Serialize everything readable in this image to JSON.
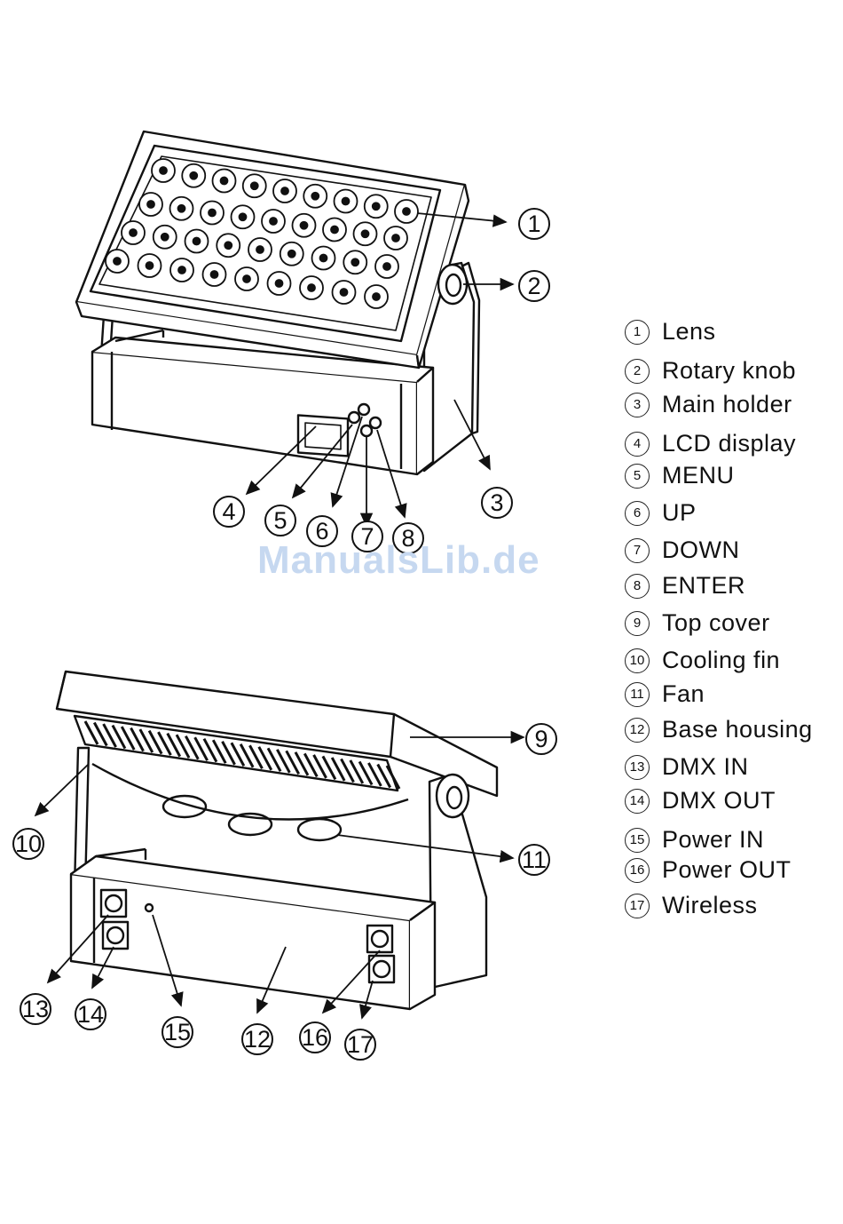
{
  "watermark": "ManualsLib.de",
  "callouts": [
    "1",
    "2",
    "3",
    "4",
    "5",
    "6",
    "7",
    "8",
    "9",
    "10",
    "11",
    "12",
    "13",
    "14",
    "15",
    "16",
    "17"
  ],
  "legend": [
    {
      "num": "1",
      "label": "Lens"
    },
    {
      "num": "2",
      "label": "Rotary knob"
    },
    {
      "num": "3",
      "label": "Main holder"
    },
    {
      "num": "4",
      "label": "LCD display"
    },
    {
      "num": "5",
      "label": "MENU"
    },
    {
      "num": "6",
      "label": "UP"
    },
    {
      "num": "7",
      "label": "DOWN"
    },
    {
      "num": "8",
      "label": "ENTER"
    },
    {
      "num": "9",
      "label": "Top cover"
    },
    {
      "num": "10",
      "label": "Cooling fin"
    },
    {
      "num": "11",
      "label": "Fan"
    },
    {
      "num": "12",
      "label": "Base housing"
    },
    {
      "num": "13",
      "label": "DMX IN"
    },
    {
      "num": "14",
      "label": "DMX OUT"
    },
    {
      "num": "15",
      "label": "Power IN"
    },
    {
      "num": "16",
      "label": "Power OUT"
    },
    {
      "num": "17",
      "label": "Wireless"
    }
  ]
}
